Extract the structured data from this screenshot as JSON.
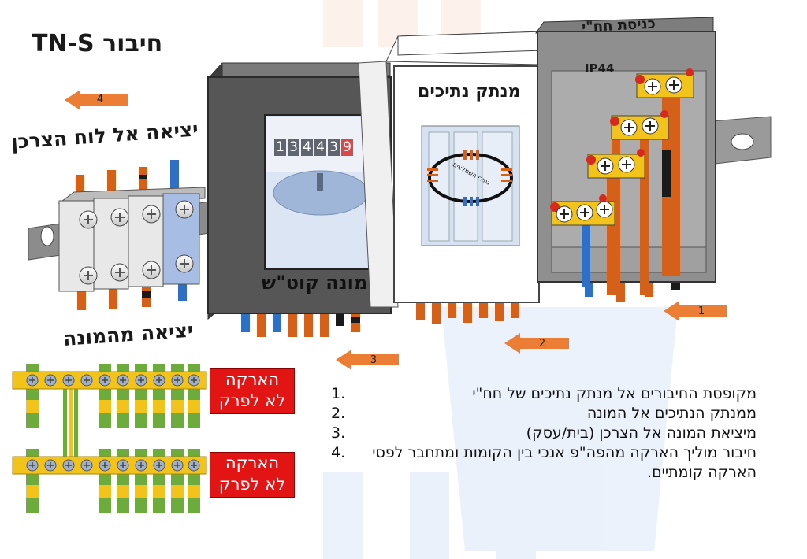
{
  "title": "חיבור TN-S",
  "labels": {
    "to_consumer": "יציאה אל לוח הצרכן",
    "from_meter": "יציאה מהמונה",
    "meter_box": "מונה קוט\"ש",
    "fuse_box": "מנתק נתיכים",
    "entry_box": "כניסת חח\"י",
    "ip_rating": "IP44",
    "fuse_small": "נתיכי השמלאים"
  },
  "meter_digits": [
    "1",
    "3",
    "4",
    "4",
    "3",
    "9"
  ],
  "ground_warnings": [
    {
      "line1": "הארקה",
      "line2": "לא לפרק"
    },
    {
      "line1": "הארקה",
      "line2": "לא לפרק"
    }
  ],
  "arrows": [
    "1",
    "2",
    "3",
    "4"
  ],
  "steps": [
    {
      "num": "1.",
      "text": "מקופסת החיבורים אל מנתק נתיכים של חח\"י"
    },
    {
      "num": "2.",
      "text": "ממנתק הנתיכים אל המונה"
    },
    {
      "num": "3.",
      "text": "מיציאת המונה אל הצרכן (בית/עסק)"
    },
    {
      "num": "4.",
      "text": "חיבור מוליך הארקה מהפה\"פ אנכי בין הקומות ומתחבר לפסי הארקה קומתיים."
    }
  ],
  "colors": {
    "orange": "#d4601a",
    "blue": "#2f6fc4",
    "black": "#1a1a1a",
    "yellow": "#f2c31a",
    "green": "#6cab3c",
    "red": "#e21414",
    "gray_box": "#555555",
    "arrow": "#ec7d34"
  }
}
